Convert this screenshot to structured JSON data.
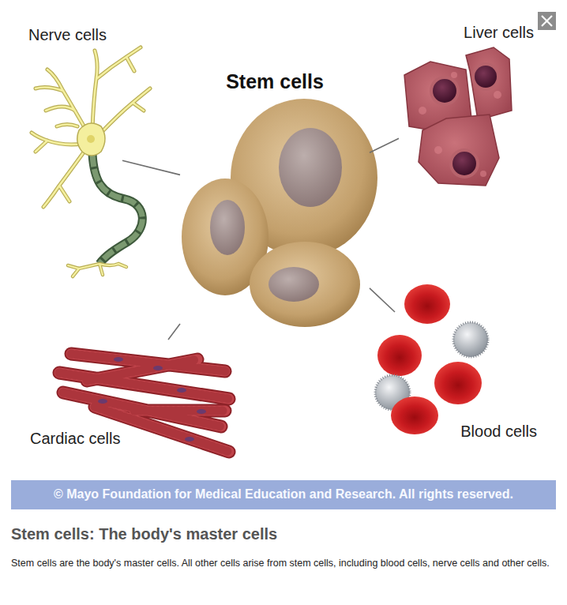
{
  "diagram": {
    "title": "Stem cells: The body's master cells",
    "caption": "Stem cells are the body's master cells. All other cells arise from stem cells, including blood cells, nerve cells and other cells.",
    "nodes": [
      {
        "text": [
          "Nerve cells"
        ]
      },
      {
        "text": [
          "Stem cells"
        ]
      },
      {
        "text": [
          "Liver cells"
        ]
      },
      {
        "text": [
          "Cardiac cells"
        ]
      },
      {
        "text": [
          "Blood cells"
        ]
      },
      {
        "text": [
          "© Mayo Foundation for Medical Education and Research. All rights reserved."
        ]
      }
    ],
    "edges": [
      {
        "from": 1,
        "to": 0,
        "arrow": "none"
      },
      {
        "from": 1,
        "to": 2,
        "arrow": "none"
      },
      {
        "from": 1,
        "to": 3,
        "arrow": "none"
      },
      {
        "from": 1,
        "to": 4,
        "arrow": "none"
      }
    ]
  }
}
